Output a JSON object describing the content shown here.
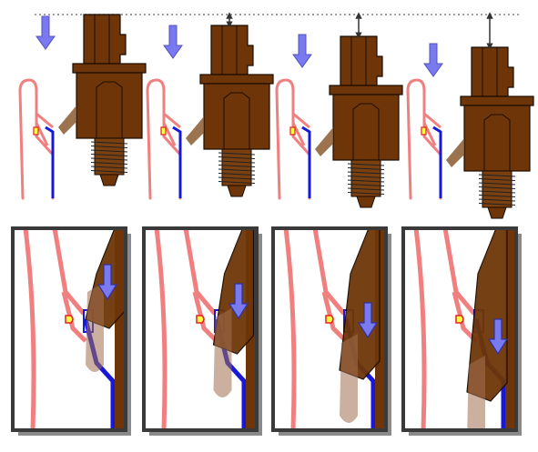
{
  "figure": {
    "background": "#ffffff",
    "text_labels": [],
    "colors": {
      "connector_body": "#6e3608",
      "connector_outline": "#1a0a00",
      "latch_pink": "#f08080",
      "contact_blue": "#1818d8",
      "arrow_fill": "#7a7af0",
      "detail_frame": "#3a3a3a",
      "frame_shadow": "#8a8a8a",
      "marker_yellow": "#ffff40",
      "marker_red": "#e02020",
      "reference_line": "#808080"
    },
    "icons": [
      "down-arrow-icon",
      "double-headed-arrow-icon",
      "spring-icon",
      "latch-icon",
      "marker-icon"
    ],
    "top_row": {
      "stages": [
        {
          "step": 1,
          "insertion_progress": 0.0
        },
        {
          "step": 2,
          "insertion_progress": 0.33
        },
        {
          "step": 3,
          "insertion_progress": 0.66
        },
        {
          "step": 4,
          "insertion_progress": 1.0
        }
      ]
    },
    "bottom_row": {
      "panels": [
        {
          "step": 1,
          "latch_deflection": 0.0
        },
        {
          "step": 2,
          "latch_deflection": 0.35
        },
        {
          "step": 3,
          "latch_deflection": 0.7
        },
        {
          "step": 4,
          "latch_deflection": 1.0
        }
      ]
    }
  }
}
